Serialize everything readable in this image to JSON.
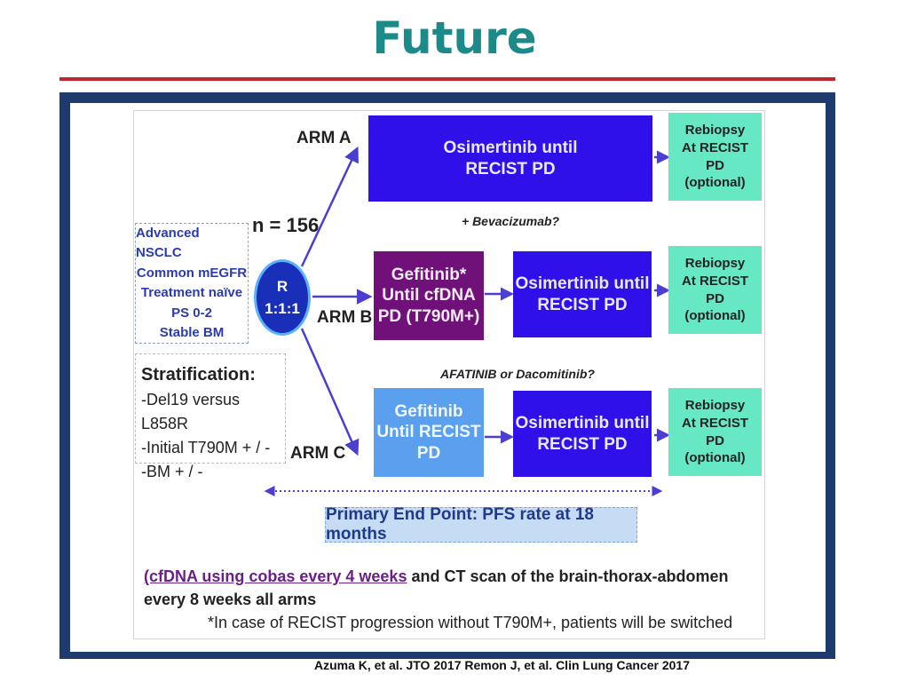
{
  "title": "Future",
  "arms": {
    "a": "ARM A",
    "b": "ARM B",
    "c": "ARM C"
  },
  "sample_size": "n = 156",
  "randomization": {
    "line1": "R",
    "line2": "1:1:1"
  },
  "criteria": [
    "Advanced NSCLC",
    "Common mEGFR",
    "Treatment naïve",
    "PS 0-2",
    "Stable BM"
  ],
  "stratification": {
    "heading": "Stratification:",
    "items": [
      "-Del19 versus L858R",
      "-Initial T790M + / -",
      "-BM + / -"
    ]
  },
  "arm_a": {
    "treatment": [
      "Osimertinib until",
      "RECIST PD"
    ],
    "rebiopsy": [
      "Rebiopsy",
      "At RECIST",
      "PD",
      "(optional)"
    ]
  },
  "arm_b": {
    "first_line": [
      "Gefitinib*",
      "Until cfDNA",
      "PD (T790M+)"
    ],
    "second_line": [
      "Osimertinib until",
      "RECIST PD"
    ],
    "rebiopsy": [
      "Rebiopsy",
      "At RECIST",
      "PD",
      "(optional)"
    ]
  },
  "arm_c": {
    "first_line": [
      "Gefitinib",
      "Until RECIST",
      "PD"
    ],
    "second_line": [
      "Osimertinib until",
      "RECIST PD"
    ],
    "rebiopsy": [
      "Rebiopsy",
      "At RECIST",
      "PD",
      "(optional)"
    ]
  },
  "notes": {
    "bevacizumab": "+ Bevacizumab?",
    "afatinib": "AFATINIB or Dacomitinib?"
  },
  "primary_endpoint": "Primary End Point:  PFS rate at 18 months",
  "footer": {
    "underlined": "(cfDNA using cobas every 4 weeks",
    "rest": " and CT scan of the brain-thorax-abdomen every 8 weeks all arms",
    "footnote": "*In case of RECIST progression without T790M+, patients will be switched"
  },
  "citation": "Azuma K, et al. JTO 2017     Remon J, et al. Clin Lung Cancer 2017",
  "colors": {
    "title": "#1d8a8a",
    "rule": "#c0262d",
    "frame": "#1f3a6d",
    "osimertinib_box": "#3010e8",
    "gefitinib_cfdna_box": "#70117a",
    "gefitinib_recist_box": "#5aa0ee",
    "rebiopsy_box": "#66e8c4",
    "arrow": "#4a3fd0"
  }
}
